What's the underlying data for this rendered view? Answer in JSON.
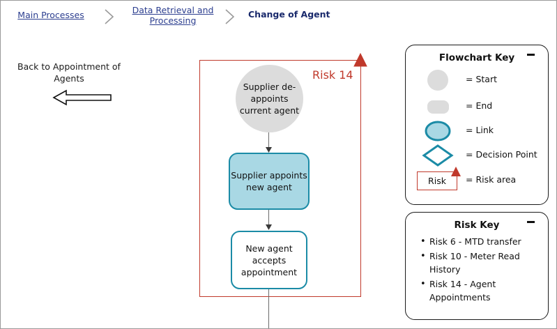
{
  "breadcrumb": {
    "items": [
      {
        "label": "Main Processes",
        "state": "link"
      },
      {
        "label": "Data Retrieval and Processing",
        "state": "link"
      },
      {
        "label": "Change of Agent",
        "state": "current"
      }
    ],
    "separator_icon": "chevron-right-icon"
  },
  "back_link": {
    "label": "Back to Appointment of Agents",
    "arrow_icon": "arrow-left-icon"
  },
  "flowchart": {
    "risk_area": {
      "label": "Risk 14",
      "border_color": "#c0392b",
      "arrow_icon": "arrow-up-icon"
    },
    "nodes": [
      {
        "id": "start",
        "label": "Supplier de-appoints current agent",
        "shape": "circle",
        "fill": "#dcdcdc",
        "type": "Start"
      },
      {
        "id": "appoints",
        "label": "Supplier appoints new agent",
        "shape": "rounded-rect",
        "fill": "#a9d8e4",
        "border": "#1b8ba6",
        "type": "Process"
      },
      {
        "id": "accepts",
        "label": "New agent accepts appointment",
        "shape": "rounded-rect",
        "fill": "#ffffff",
        "border": "#1b8ba6",
        "type": "Process"
      }
    ]
  },
  "flowchart_key": {
    "title": "Flowchart Key",
    "minimize_icon": "minimize-icon",
    "items": [
      {
        "shape": "circle",
        "label": "= Start"
      },
      {
        "shape": "pill",
        "label": "= End"
      },
      {
        "shape": "ellipse",
        "label": "= Link"
      },
      {
        "shape": "diamond",
        "label": "= Decision Point"
      },
      {
        "shape": "risk-box",
        "label": "= Risk area",
        "box_text": "Risk"
      }
    ]
  },
  "risk_key": {
    "title": "Risk Key",
    "minimize_icon": "minimize-icon",
    "items": [
      "Risk 6 - MTD transfer",
      "Risk 10 - Meter Read History",
      "Risk 14 - Agent Appointments"
    ]
  },
  "colors": {
    "accent_teal_border": "#1b8ba6",
    "accent_teal_fill": "#a9d8e4",
    "risk_red": "#c0392b",
    "gray_node": "#dcdcdc",
    "breadcrumb_blue": "#2c3e8f"
  }
}
